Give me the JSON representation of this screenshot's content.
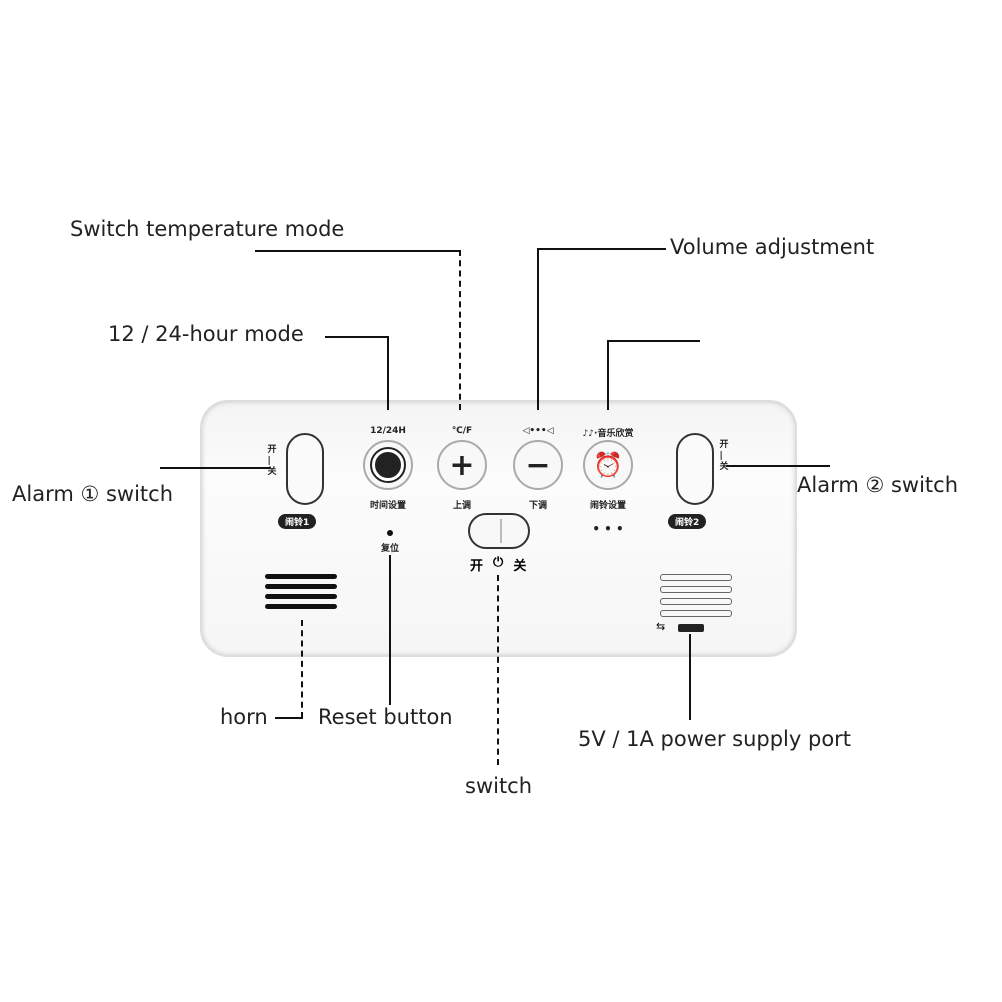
{
  "callouts": {
    "temp_mode": "Switch temperature mode",
    "volume": "Volume adjustment",
    "hour_mode": "12 / 24-hour mode",
    "alarm1": "Alarm ① switch",
    "alarm2": "Alarm ② switch",
    "horn": "horn",
    "reset": "Reset button",
    "switch": "switch",
    "power": "5V / 1A power supply port"
  },
  "device": {
    "btn1_top": "12/24H",
    "btn1_bottom": "时间设置",
    "btn2_top": "℃/F",
    "btn2_bottom": "上调",
    "btn2_symbol": "+",
    "btn3_top": "◁•••◁",
    "btn3_bottom": "下调",
    "btn3_symbol": "−",
    "btn4_top": "♪♪·音乐欣赏",
    "btn4_bottom": "闹铃设置",
    "alarm1_pill": "闹铃1",
    "alarm2_pill": "闹铃2",
    "on": "开",
    "off": "关",
    "reset_label": "复位",
    "dots": "• • •"
  }
}
